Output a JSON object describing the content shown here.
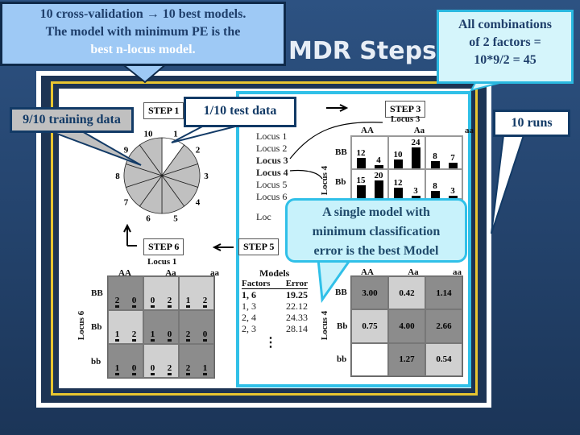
{
  "title": "MDR Steps",
  "callouts": {
    "cv": [
      "10 cross-validation → 10 best models.",
      "The model with minimum PE is the",
      "best n-locus model."
    ],
    "combos": [
      "All combinations",
      "of 2 factors =",
      "10*9/2 = 45"
    ],
    "training": "9/10 training data",
    "test": "1/10 test data",
    "runs": "10 runs",
    "best": [
      "A single model with",
      "minimum classification",
      "error  is the best Model"
    ]
  },
  "steps": {
    "s1": "STEP 1",
    "s3": "STEP 3",
    "s5": "STEP 5",
    "s6": "STEP 6"
  },
  "pie": {
    "labels": [
      "1",
      "2",
      "3",
      "4",
      "5",
      "6",
      "7",
      "8",
      "9",
      "10"
    ],
    "test_slice": "1",
    "colors": {
      "train": "#c0c0c0",
      "test": "#ffffff"
    }
  },
  "step3": {
    "loci": [
      "Locus 1",
      "Locus 2",
      "Locus 3",
      "Locus 4",
      "Locus 5",
      "Locus 6"
    ],
    "partial": "Loc",
    "col_title": "Locus 3",
    "row_title": "Locus 4",
    "cols": [
      "AA",
      "Aa",
      "aa"
    ],
    "rows": [
      "BB",
      "Bb"
    ],
    "bars": [
      [
        [
          "12",
          "4"
        ],
        [
          "10",
          "24"
        ],
        [
          "8",
          "7"
        ]
      ],
      [
        [
          "15",
          "20"
        ],
        [
          "12",
          "3"
        ],
        [
          "8",
          "3"
        ]
      ]
    ]
  },
  "step6": {
    "col_title": "Locus 1",
    "row_title": "Locus 6",
    "cols": [
      "AA",
      "Aa",
      "aa"
    ],
    "rows": [
      "BB",
      "Bb",
      "bb"
    ],
    "cells": [
      [
        [
          "2",
          "0"
        ],
        [
          "0",
          "2"
        ],
        [
          "1",
          "2"
        ]
      ],
      [
        [
          "1",
          "2"
        ],
        [
          "1",
          "0"
        ],
        [
          "2",
          "0"
        ]
      ],
      [
        [
          "1",
          "0"
        ],
        [
          "0",
          "2"
        ],
        [
          "2",
          "1"
        ]
      ]
    ],
    "shade": [
      [
        "d",
        "l",
        "l"
      ],
      [
        "l",
        "d",
        "d"
      ],
      [
        "d",
        "l",
        "d"
      ]
    ]
  },
  "models": {
    "title": "Models",
    "headers": [
      "Factors",
      "Error"
    ],
    "rows": [
      [
        "1, 6",
        "19.25"
      ],
      [
        "1, 3",
        "22.12"
      ],
      [
        "2, 4",
        "24.33"
      ],
      [
        "2, 3",
        "28.14"
      ]
    ],
    "more": "⋮"
  },
  "step4": {
    "row_title": "Locus 4",
    "cols": [
      "AA",
      "Aa",
      "aa"
    ],
    "rows": [
      "BB",
      "Bb",
      "bb"
    ],
    "cells": [
      [
        "3.00",
        "0.42",
        "1.14"
      ],
      [
        "0.75",
        "4.00",
        "2.66"
      ],
      [
        "",
        "1.27",
        "0.54"
      ]
    ],
    "shade": [
      [
        "d",
        "l",
        "d"
      ],
      [
        "l",
        "d",
        "d"
      ],
      [
        "w",
        "d",
        "l"
      ]
    ]
  }
}
